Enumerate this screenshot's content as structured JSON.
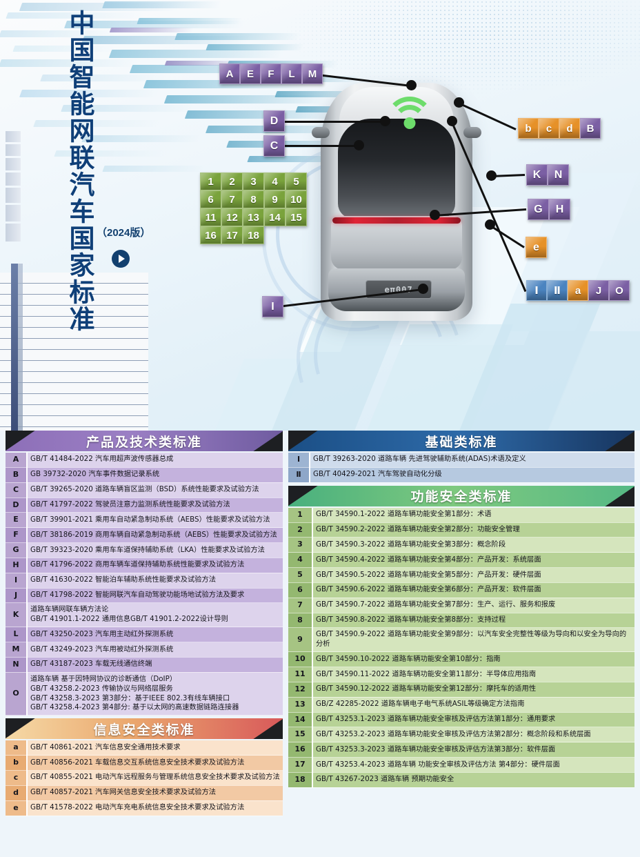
{
  "title": {
    "vertical": "中国智能网联汽车国家标准",
    "edition": "（2024版）",
    "play_icon": "play-icon"
  },
  "car": {
    "plate": "eπ007",
    "wifi_icon": "wifi-signal-icon",
    "callouts": [
      {
        "name": "callout-aeflm",
        "letters": [
          "A",
          "E",
          "F",
          "L",
          "M"
        ],
        "colors": [
          "purple",
          "purple",
          "purple",
          "purple",
          "purple"
        ]
      },
      {
        "name": "callout-d",
        "letters": [
          "D"
        ],
        "colors": [
          "purple"
        ]
      },
      {
        "name": "callout-c",
        "letters": [
          "C"
        ],
        "colors": [
          "purple"
        ]
      },
      {
        "name": "callout-i",
        "letters": [
          "I"
        ],
        "colors": [
          "purple"
        ]
      },
      {
        "name": "callout-bcdb",
        "letters": [
          "b",
          "c",
          "d",
          "B"
        ],
        "colors": [
          "orange",
          "orange",
          "orange",
          "purple"
        ]
      },
      {
        "name": "callout-kn",
        "letters": [
          "K",
          "N"
        ],
        "colors": [
          "purple",
          "purple"
        ]
      },
      {
        "name": "callout-gh",
        "letters": [
          "G",
          "H"
        ],
        "colors": [
          "purple",
          "purple"
        ]
      },
      {
        "name": "callout-e",
        "letters": [
          "e"
        ],
        "colors": [
          "orange"
        ]
      },
      {
        "name": "callout-iiiajo",
        "letters": [
          "Ⅰ",
          "Ⅱ",
          "a",
          "J",
          "O"
        ],
        "colors": [
          "blue",
          "blue",
          "orange",
          "purple",
          "purple"
        ]
      }
    ],
    "number_grid": [
      [
        "1",
        "2",
        "3",
        "4",
        "5"
      ],
      [
        "6",
        "7",
        "8",
        "9",
        "10"
      ],
      [
        "11",
        "12",
        "13",
        "14",
        "15"
      ],
      [
        "16",
        "17",
        "18"
      ]
    ]
  },
  "sections": {
    "product": {
      "header": "产品及技术类标准",
      "accent": "#8d6fb8",
      "rows": [
        {
          "id": "A",
          "text": "GB/T 41484-2022  汽车用超声波传感器总成"
        },
        {
          "id": "B",
          "text": "GB 39732-2020  汽车事件数据记录系统"
        },
        {
          "id": "C",
          "text": "GB/T 39265-2020  道路车辆盲区监测（BSD）系统性能要求及试验方法"
        },
        {
          "id": "D",
          "text": "GB/T 41797-2022  驾驶员注意力监测系统性能要求及试验方法"
        },
        {
          "id": "E",
          "text": "GB/T 39901-2021  乘用车自动紧急制动系统（AEBS）性能要求及试验方法"
        },
        {
          "id": "F",
          "text": "GB/T 38186-2019  商用车辆自动紧急制动系统（AEBS）性能要求及试验方法"
        },
        {
          "id": "G",
          "text": "GB/T 39323-2020  乘用车车道保持辅助系统（LKA）性能要求及试验方法"
        },
        {
          "id": "H",
          "text": "GB/T 41796-2022  商用车辆车道保持辅助系统性能要求及试验方法"
        },
        {
          "id": "I",
          "text": "GB/T 41630-2022  智能泊车辅助系统性能要求及试验方法"
        },
        {
          "id": "J",
          "text": "GB/T 41798-2022  智能网联汽车自动驾驶功能场地试验方法及要求"
        },
        {
          "id": "K",
          "text": "道路车辆网联车辆方法论\nGB/T 41901.1-2022  通用信息GB/T 41901.2-2022设计导则"
        },
        {
          "id": "L",
          "text": "GB/T 43250-2023  汽车用主动红外探测系统"
        },
        {
          "id": "M",
          "text": "GB/T 43249-2023  汽车用被动红外探测系统"
        },
        {
          "id": "N",
          "text": "GB/T 43187-2023  车载无线通信终端"
        },
        {
          "id": "O",
          "text": "道路车辆 基于因特网协议的诊断通信（DoIP）\nGB/T 43258.2-2023 传输协议与网络层服务\nGB/T 43258.3-2023 第3部分：基于IEEE 802.3有线车辆接口\nGB/T 43258.4-2023 第4部分: 基于以太网的高速数据链路连接器"
        }
      ]
    },
    "infosec": {
      "header": "信息安全类标准",
      "accent": "#eba86e",
      "rows": [
        {
          "id": "a",
          "text": "GB/T 40861-2021  汽车信息安全通用技术要求"
        },
        {
          "id": "b",
          "text": "GB/T 40856-2021  车载信息交互系统信息安全技术要求及试验方法"
        },
        {
          "id": "c",
          "text": "GB/T 40855-2021  电动汽车远程服务与管理系统信息安全技术要求及试验方法"
        },
        {
          "id": "d",
          "text": "GB/T 40857-2021  汽车网关信息安全技术要求及试验方法"
        },
        {
          "id": "e",
          "text": "GB/T 41578-2022  电动汽车充电系统信息安全技术要求及试验方法"
        }
      ]
    },
    "basic": {
      "header": "基础类标准",
      "accent": "#2e6aa8",
      "rows": [
        {
          "id": "Ⅰ",
          "text": "GB/T 39263-2020  道路车辆 先进驾驶辅助系统(ADAS)术语及定义"
        },
        {
          "id": "Ⅱ",
          "text": "GB/T 40429-2021  汽车驾驶自动化分级"
        }
      ]
    },
    "functional": {
      "header": "功能安全类标准",
      "accent": "#7ec97f",
      "rows": [
        {
          "id": "1",
          "text": "GB/T 34590.1-2022  道路车辆功能安全第1部分：术语"
        },
        {
          "id": "2",
          "text": "GB/T 34590.2-2022  道路车辆功能安全第2部分：功能安全管理"
        },
        {
          "id": "3",
          "text": "GB/T 34590.3-2022  道路车辆功能安全第3部分：概念阶段"
        },
        {
          "id": "4",
          "text": "GB/T 34590.4-2022  道路车辆功能安全第4部分：产品开发：系统层面"
        },
        {
          "id": "5",
          "text": "GB/T 34590.5-2022  道路车辆功能安全第5部分：产品开发：硬件层面"
        },
        {
          "id": "6",
          "text": "GB/T 34590.6-2022  道路车辆功能安全第6部分：产品开发：软件层面"
        },
        {
          "id": "7",
          "text": "GB/T 34590.7-2022  道路车辆功能安全第7部分：生产、运行、服务和报废"
        },
        {
          "id": "8",
          "text": "GB/T 34590.8-2022  道路车辆功能安全第8部分：支持过程"
        },
        {
          "id": "9",
          "text": "GB/T 34590.9-2022  道路车辆功能安全第9部分：以汽车安全完整性等级为导向和以安全为导向的分析"
        },
        {
          "id": "10",
          "text": "GB/T 34590.10-2022  道路车辆功能安全第10部分：指南"
        },
        {
          "id": "11",
          "text": "GB/T 34590.11-2022  道路车辆功能安全第11部分：半导体应用指南"
        },
        {
          "id": "12",
          "text": "GB/T 34590.12-2022  道路车辆功能安全第12部分：摩托车的适用性"
        },
        {
          "id": "13",
          "text": "GB/Z 42285-2022  道路车辆电子电气系统ASIL等级确定方法指南"
        },
        {
          "id": "14",
          "text": "GB/T 43253.1-2023  道路车辆功能安全审核及评估方法第1部分：通用要求"
        },
        {
          "id": "15",
          "text": "GB/T 43253.2-2023  道路车辆功能安全审核及评估方法第2部分：概念阶段和系统层面"
        },
        {
          "id": "16",
          "text": "GB/T 43253.3-2023  道路车辆功能安全审核及评估方法第3部分：软件层面"
        },
        {
          "id": "17",
          "text": "GB/T 43253.4-2023 道路车辆 功能安全审核及评估方法 第4部分：硬件层面"
        },
        {
          "id": "18",
          "text": "GB/T 43267-2023 道路车辆 预期功能安全"
        }
      ]
    }
  }
}
